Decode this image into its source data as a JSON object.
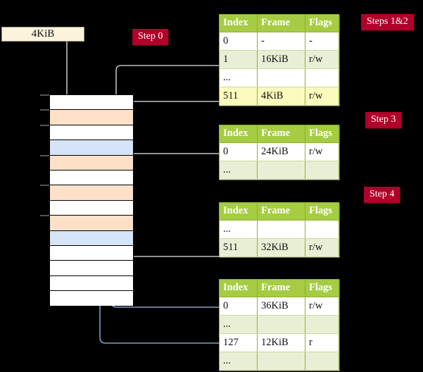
{
  "diagram": {
    "title_box": {
      "label": "4KiB"
    },
    "steps": [
      {
        "id": "steps-1-2",
        "label": "Steps 1&2"
      },
      {
        "id": "step-0",
        "label": "Step 0"
      },
      {
        "id": "step-3",
        "label": "Step 3"
      },
      {
        "id": "step-4",
        "label": "Step 4"
      }
    ],
    "memory_column": {
      "name": "physical-memory-column",
      "rows": [
        {
          "fill": "white"
        },
        {
          "fill": "peach"
        },
        {
          "fill": "white"
        },
        {
          "fill": "blue"
        },
        {
          "fill": "peach"
        },
        {
          "fill": "white"
        },
        {
          "fill": "peach"
        },
        {
          "fill": "white"
        },
        {
          "fill": "peach"
        },
        {
          "fill": "blue"
        },
        {
          "fill": "white"
        },
        {
          "fill": "white"
        },
        {
          "fill": "white"
        },
        {
          "fill": "white"
        }
      ],
      "tick_rows": [
        0,
        1,
        2,
        4,
        6,
        8
      ]
    },
    "tables": [
      {
        "id": "page-table-level-1",
        "headers": [
          "Index",
          "Frame",
          "Flags"
        ],
        "rows": [
          {
            "cells": [
              "0",
              "-",
              "-"
            ],
            "style": "plain"
          },
          {
            "cells": [
              "1",
              "16KiB",
              "r/w"
            ],
            "style": "alt"
          },
          {
            "cells": [
              "...",
              "",
              ""
            ],
            "style": "plain"
          },
          {
            "cells": [
              "511",
              "4KiB",
              "r/w"
            ],
            "style": "hl"
          }
        ]
      },
      {
        "id": "page-table-level-2",
        "headers": [
          "Index",
          "Frame",
          "Flags"
        ],
        "rows": [
          {
            "cells": [
              "0",
              "24KiB",
              "r/w"
            ],
            "style": "plain"
          },
          {
            "cells": [
              "...",
              "",
              ""
            ],
            "style": "alt"
          }
        ]
      },
      {
        "id": "page-table-level-3",
        "headers": [
          "Index",
          "Frame",
          "Flags"
        ],
        "rows": [
          {
            "cells": [
              "...",
              "",
              ""
            ],
            "style": "plain"
          },
          {
            "cells": [
              "511",
              "32KiB",
              "r/w"
            ],
            "style": "alt"
          }
        ]
      },
      {
        "id": "page-table-level-4",
        "headers": [
          "Index",
          "Frame",
          "Flags"
        ],
        "rows": [
          {
            "cells": [
              "0",
              "36KiB",
              "r/w"
            ],
            "style": "plain"
          },
          {
            "cells": [
              "...",
              "",
              ""
            ],
            "style": "alt"
          },
          {
            "cells": [
              "127",
              "12KiB",
              "r"
            ],
            "style": "plain"
          },
          {
            "cells": [
              "...",
              "",
              ""
            ],
            "style": "alt"
          }
        ]
      }
    ],
    "colors": {
      "background": "#000000",
      "header_green": "#A5CC43",
      "row_alt": "#E9EFD5",
      "row_highlight": "#FBFBBD",
      "step_chip": "#B1002A",
      "vaddr_box": "#FCF3DC",
      "mem_peach": "#FEE1C8",
      "mem_blue": "#D6E4F7",
      "wire_grey": "#BFBFBF",
      "wire_blue": "#7FA0C8"
    }
  }
}
